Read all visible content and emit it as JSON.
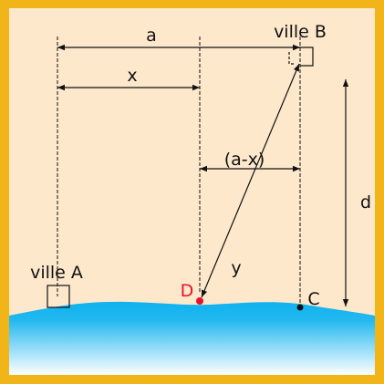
{
  "labels": {
    "a": "a",
    "x": "x",
    "a_minus_x": "(a-x)",
    "d": "d",
    "y": "y",
    "ville_a": "ville A",
    "ville_b": "ville B",
    "point_d": "D",
    "point_c": "C"
  },
  "colors": {
    "outer_frame": "#f2b519",
    "background": "#fde8cc",
    "water_top": "#0fb2ef",
    "water_bottom": "#ffffff",
    "line": "#111111",
    "point_d": "#e8112d",
    "point_c": "#111111"
  }
}
